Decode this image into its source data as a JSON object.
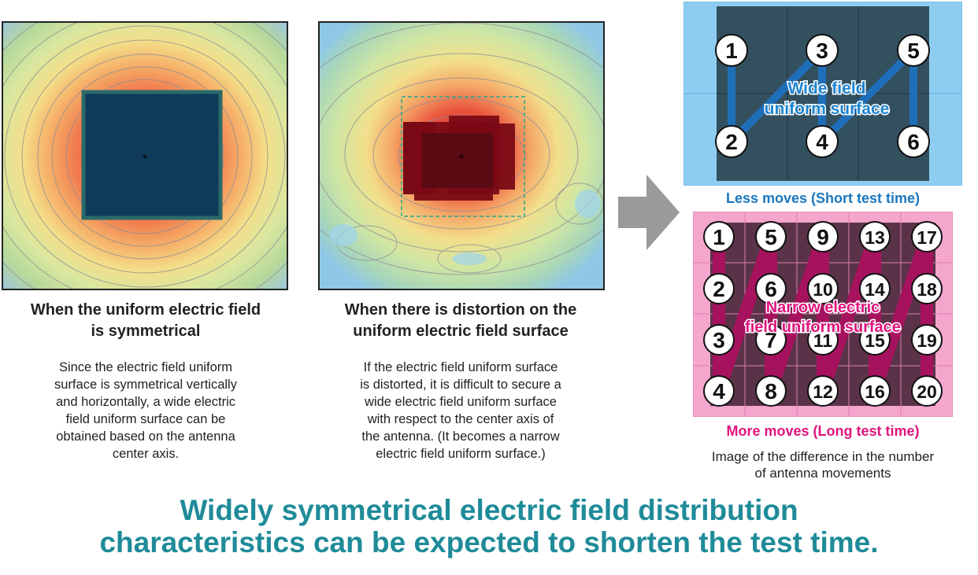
{
  "panels": {
    "symmetric": {
      "title_line1": "When the uniform electric field",
      "title_line2": "is symmetrical",
      "desc": [
        "Since the electric field uniform",
        "surface is symmetrical vertically",
        "and horizontally, a wide electric",
        "field uniform surface can be",
        "obtained based on the antenna",
        "center axis."
      ]
    },
    "distorted": {
      "title_line1": "When there is distortion on the",
      "title_line2": "uniform electric field surface",
      "desc": [
        "If the electric field uniform surface",
        "is distorted, it is difficult to secure a",
        "wide electric field uniform surface",
        "with respect to the center axis of",
        "the antenna. (It becomes a narrow",
        "electric field uniform surface.)"
      ]
    }
  },
  "wide_grid": {
    "label_line1": "Wide field",
    "label_line2": "uniform surface",
    "positions": [
      "1",
      "2",
      "3",
      "4",
      "5",
      "6"
    ],
    "caption": "Less moves (Short test time)",
    "colors": {
      "outer": "#8ecdf0",
      "inner": "#33505f",
      "path": "#1f6fb8",
      "label": "#1d84d0"
    }
  },
  "narrow_grid": {
    "label_line1": "Narrow electric",
    "label_line2": "field uniform surface",
    "positions": [
      "1",
      "2",
      "3",
      "4",
      "5",
      "6",
      "7",
      "8",
      "9",
      "10",
      "11",
      "12",
      "13",
      "14",
      "15",
      "16",
      "17",
      "18",
      "19",
      "20"
    ],
    "caption": "More moves (Long test time)",
    "colors": {
      "outer": "#f4a6cc",
      "inner": "#5a3348",
      "path": "#a6125e",
      "label": "#e0147e"
    }
  },
  "image_caption": [
    "Image of the difference in the number",
    "of antenna movements"
  ],
  "bottom_text": [
    "Widely symmetrical electric field distribution",
    "characteristics can be expected to shorten the test time."
  ]
}
